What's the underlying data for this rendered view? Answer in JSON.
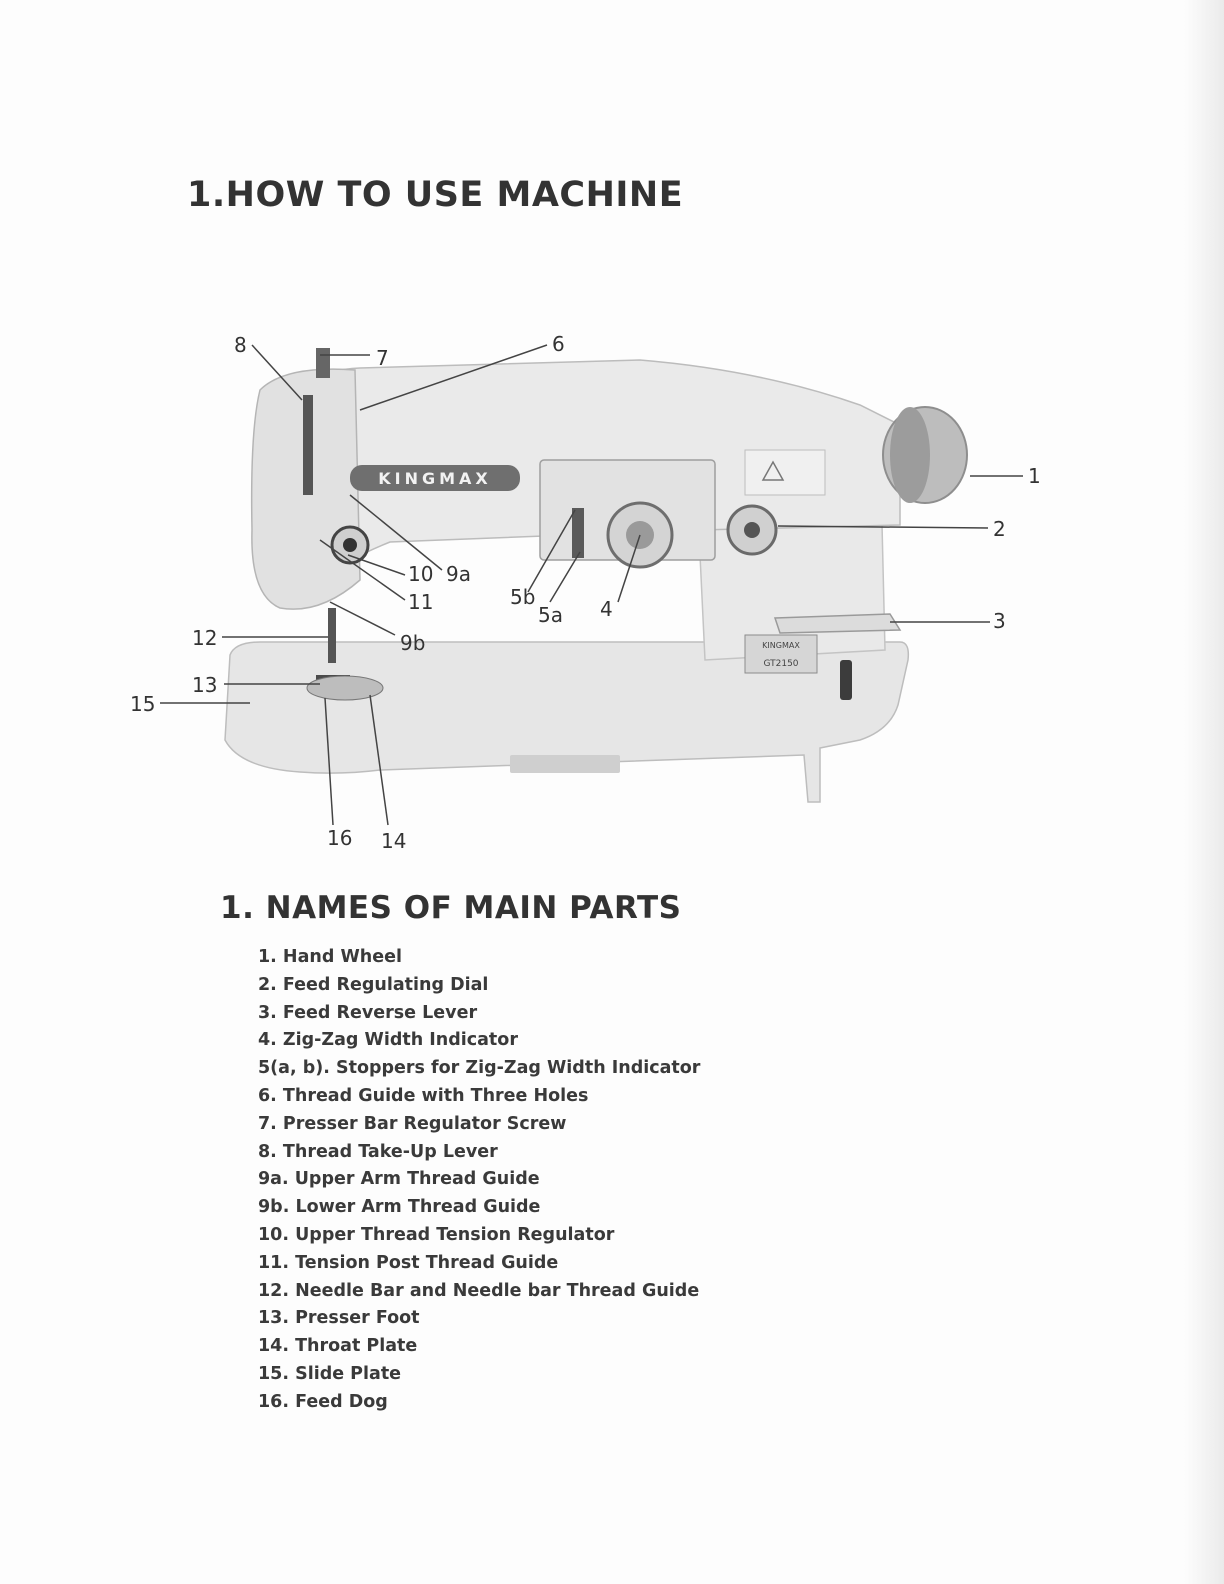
{
  "section_title": "1.HOW TO USE MACHINE",
  "parts_heading": "1. NAMES OF MAIN PARTS",
  "machine": {
    "brand_plate": "KINGMAX",
    "side_badge_brand": "KINGMAX",
    "side_badge_model": "GT2150"
  },
  "callouts": [
    "1",
    "2",
    "3",
    "4",
    "5a",
    "5b",
    "6",
    "7",
    "8",
    "9a",
    "9b",
    "10",
    "11",
    "12",
    "13",
    "14",
    "15",
    "16"
  ],
  "parts": [
    "1. Hand Wheel",
    "2. Feed Regulating Dial",
    "3. Feed Reverse Lever",
    "4. Zig-Zag Width Indicator",
    "5(a, b). Stoppers for Zig-Zag Width Indicator",
    "6. Thread Guide with Three Holes",
    "7. Presser Bar Regulator Screw",
    "8. Thread Take-Up Lever",
    "9a. Upper Arm Thread Guide",
    "9b. Lower Arm Thread Guide",
    "10. Upper Thread Tension Regulator",
    "11. Tension Post Thread Guide",
    "12. Needle Bar and Needle bar Thread Guide",
    "13. Presser Foot",
    "14. Throat Plate",
    "15. Slide Plate",
    "16. Feed Dog"
  ],
  "colors": {
    "machine_body": "#e4e4e4",
    "machine_shadow": "#c9c9c9",
    "text": "#333333"
  }
}
